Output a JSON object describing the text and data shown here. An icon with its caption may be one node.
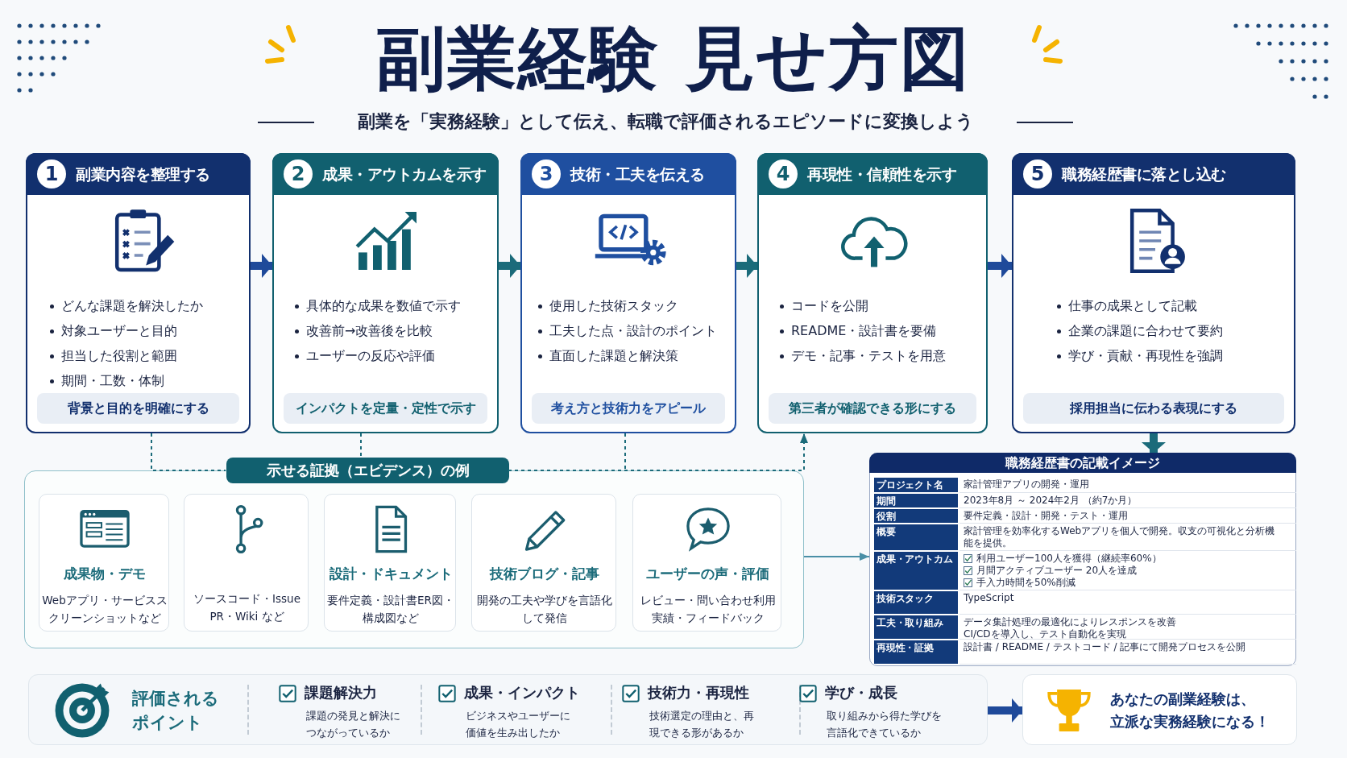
{
  "diagram": {
    "title": "副業経験 見せ方図",
    "nodes": [
      {
        "text": [
          "1",
          "副業内容を整理する",
          "どんな課題を解決したか",
          "対象ユーザーと目的",
          "担当した役割と範囲",
          "期間・工数・体制",
          "背景と目的を明確にする"
        ]
      },
      {
        "text": [
          "2",
          "成果・アウトカムを示す",
          "具体的な成果を数値で示す",
          "改善前→改善後を比較",
          "ユーザーの反応や評価",
          "インパクトを定量・定性で示す"
        ]
      },
      {
        "text": [
          "3",
          "技術・工夫を伝える",
          "使用した技術スタック",
          "工夫した点・設計のポイント",
          "直面した課題と解決策",
          "考え方と技術力をアピール"
        ]
      },
      {
        "text": [
          "4",
          "再現性・信頼性を示す",
          "コードを公開",
          "README・設計書を要備",
          "デモ・記事・テストを用意",
          "第三者が確認できる形にする"
        ]
      },
      {
        "text": [
          "5",
          "職務経歴書に落とし込む",
          "仕事の成果として記載",
          "企業の課題に合わせて要約",
          "学び・貢献・再現性を強調",
          "採用担当に伝わる表現にする"
        ]
      },
      {
        "text": [
          "示せる証拠（エビデンス）の例"
        ]
      },
      {
        "text": [
          "成果物・デモ",
          "Webアプリ・サービススクリーンショットなど"
        ],
        "in": 5
      },
      {
        "text": [
          "ソースコード・Issue PR・Wiki など"
        ],
        "in": 5
      },
      {
        "text": [
          "設計・ドキュメント",
          "要件定義・設計書ER図・構成図など"
        ],
        "in": 5
      },
      {
        "text": [
          "技術ブログ・記事",
          "開発の工夫や学びを言語化して発信"
        ],
        "in": 5
      },
      {
        "text": [
          "ユーザーの声・評価",
          "レビュー・問い合わせ利用実績・フィードバック"
        ],
        "in": 5
      },
      {
        "text": [
          "職務経歴書の記載イメージ"
        ]
      },
      {
        "text": [
          "評価されるポイント",
          "課題解決力",
          "課題の発見と解決につながっているか",
          "成果・インパクト",
          "ビジネスやユーザーに価値を生み出したか",
          "技術力・再現性",
          "技術選定の理由と、再現できる形があるか",
          "学び・成長",
          "取り組みから得た学びを言語化できているか"
        ]
      },
      {
        "text": [
          "あなたの副業経験は、立派な実務経験になる！"
        ]
      }
    ],
    "edges": [
      {
        "from": 0,
        "to": 1,
        "arrow": "to",
        "color": "#1f4a9a"
      },
      {
        "from": 1,
        "to": 2,
        "arrow": "to"
      },
      {
        "from": 2,
        "to": 3,
        "arrow": "to"
      },
      {
        "from": 3,
        "to": 4,
        "arrow": "to",
        "color": "#1f4a9a"
      },
      {
        "from": 4,
        "to": 11,
        "arrow": "to"
      },
      {
        "from": 0,
        "to": 5,
        "arrow": "none",
        "style": "dashed"
      },
      {
        "from": 1,
        "to": 5,
        "arrow": "none",
        "style": "dashed"
      },
      {
        "from": 2,
        "to": 5,
        "arrow": "none",
        "style": "dashed"
      },
      {
        "from": 5,
        "to": 3,
        "arrow": "to",
        "style": "dashed"
      },
      {
        "from": 5,
        "to": 11,
        "arrow": "to",
        "color": "#4a8fa6"
      },
      {
        "from": 12,
        "to": 13,
        "arrow": "to",
        "color": "#1f4a9a"
      }
    ],
    "labels": [
      "副業を「実務経験」として伝え、転職で評価されるエピソードに変換しよう",
      "プロジェクト名",
      "家計管理アプリの開発・運用",
      "期間",
      "2023年8月 ～ 2024年2月 （約7か月）",
      "役割",
      "要件定義・設計・開発・テスト・運用",
      "概要",
      "家計管理を効率化するWebアプリを個人で開発。収支の可視化と分析機能を提供。",
      "成果・アウトカム",
      "利用ユーザー100人を獲得（継続率60%）",
      "月間アクティブユーザー 20人を達成",
      "手入力時間を50%削減",
      "技術スタック",
      "TypeScript",
      "工夫・取り組み",
      "データ集計処理の最適化によりレスポンスを改善",
      "CI/CDを導入し、テスト自動化を実現",
      "再現性・証拠",
      "設計書 / README / テストコード / 記事にて開発プロセスを公開"
    ]
  }
}
